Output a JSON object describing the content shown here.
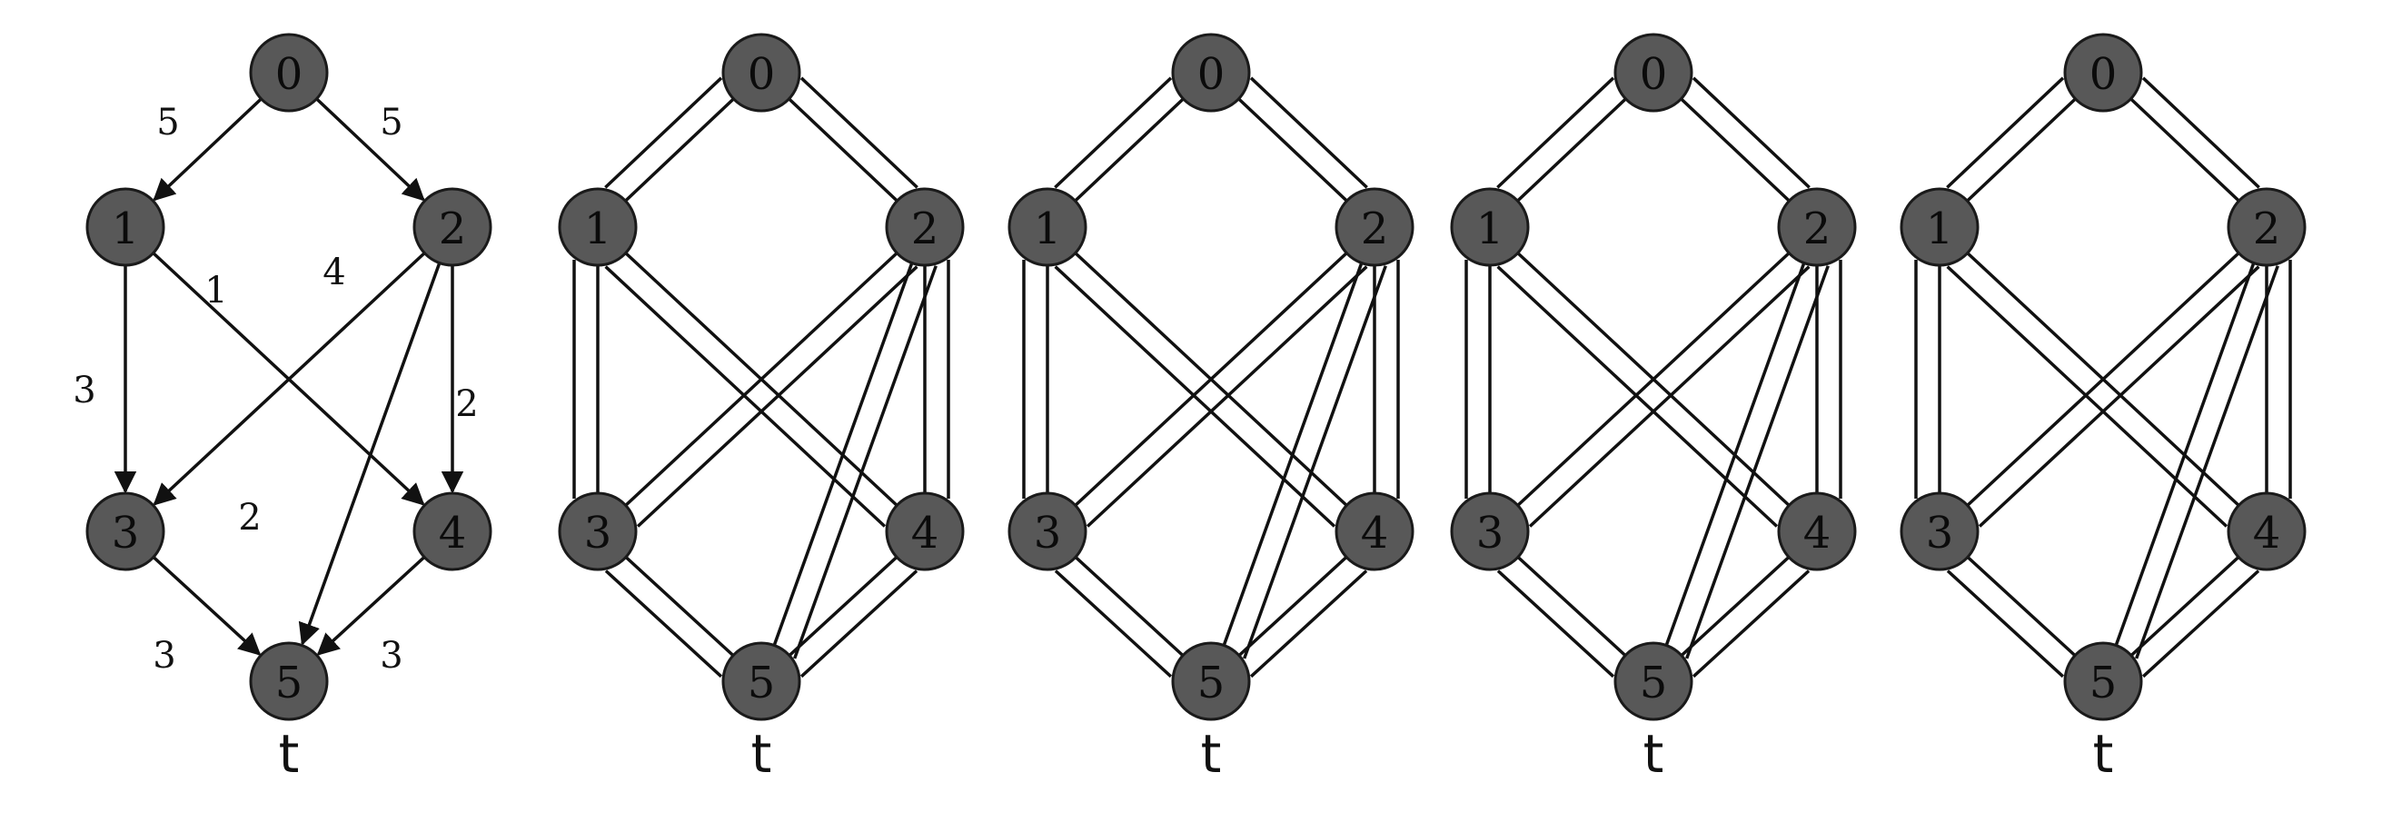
{
  "graph": {
    "nodes": [
      {
        "id": "0",
        "label": "0"
      },
      {
        "id": "1",
        "label": "1"
      },
      {
        "id": "2",
        "label": "2"
      },
      {
        "id": "3",
        "label": "3"
      },
      {
        "id": "4",
        "label": "4"
      },
      {
        "id": "5",
        "label": "5"
      }
    ],
    "edges": [
      {
        "from": "0",
        "to": "1",
        "weight": "5"
      },
      {
        "from": "0",
        "to": "2",
        "weight": "5"
      },
      {
        "from": "1",
        "to": "3",
        "weight": "3"
      },
      {
        "from": "1",
        "to": "4",
        "weight": "1"
      },
      {
        "from": "2",
        "to": "3",
        "weight": "4"
      },
      {
        "from": "2",
        "to": "5",
        "weight": "2"
      },
      {
        "from": "2",
        "to": "4",
        "weight": "2"
      },
      {
        "from": "3",
        "to": "5",
        "weight": "3"
      },
      {
        "from": "4",
        "to": "5",
        "weight": "3"
      }
    ],
    "sink_label": "t"
  },
  "panels": [
    {
      "id": "original",
      "directed": true,
      "show_weights": true,
      "sink_label": "t"
    },
    {
      "id": "state-1",
      "directed": false,
      "show_weights": false,
      "sink_label": "t"
    },
    {
      "id": "state-2",
      "directed": false,
      "show_weights": false,
      "sink_label": "t"
    },
    {
      "id": "state-3",
      "directed": false,
      "show_weights": false,
      "sink_label": "t"
    },
    {
      "id": "state-4",
      "directed": false,
      "show_weights": false,
      "sink_label": "t"
    }
  ],
  "colors": {
    "node_fill": "#585858",
    "node_stroke": "#1a1a1a",
    "edge": "#111111",
    "background": "#ffffff"
  }
}
